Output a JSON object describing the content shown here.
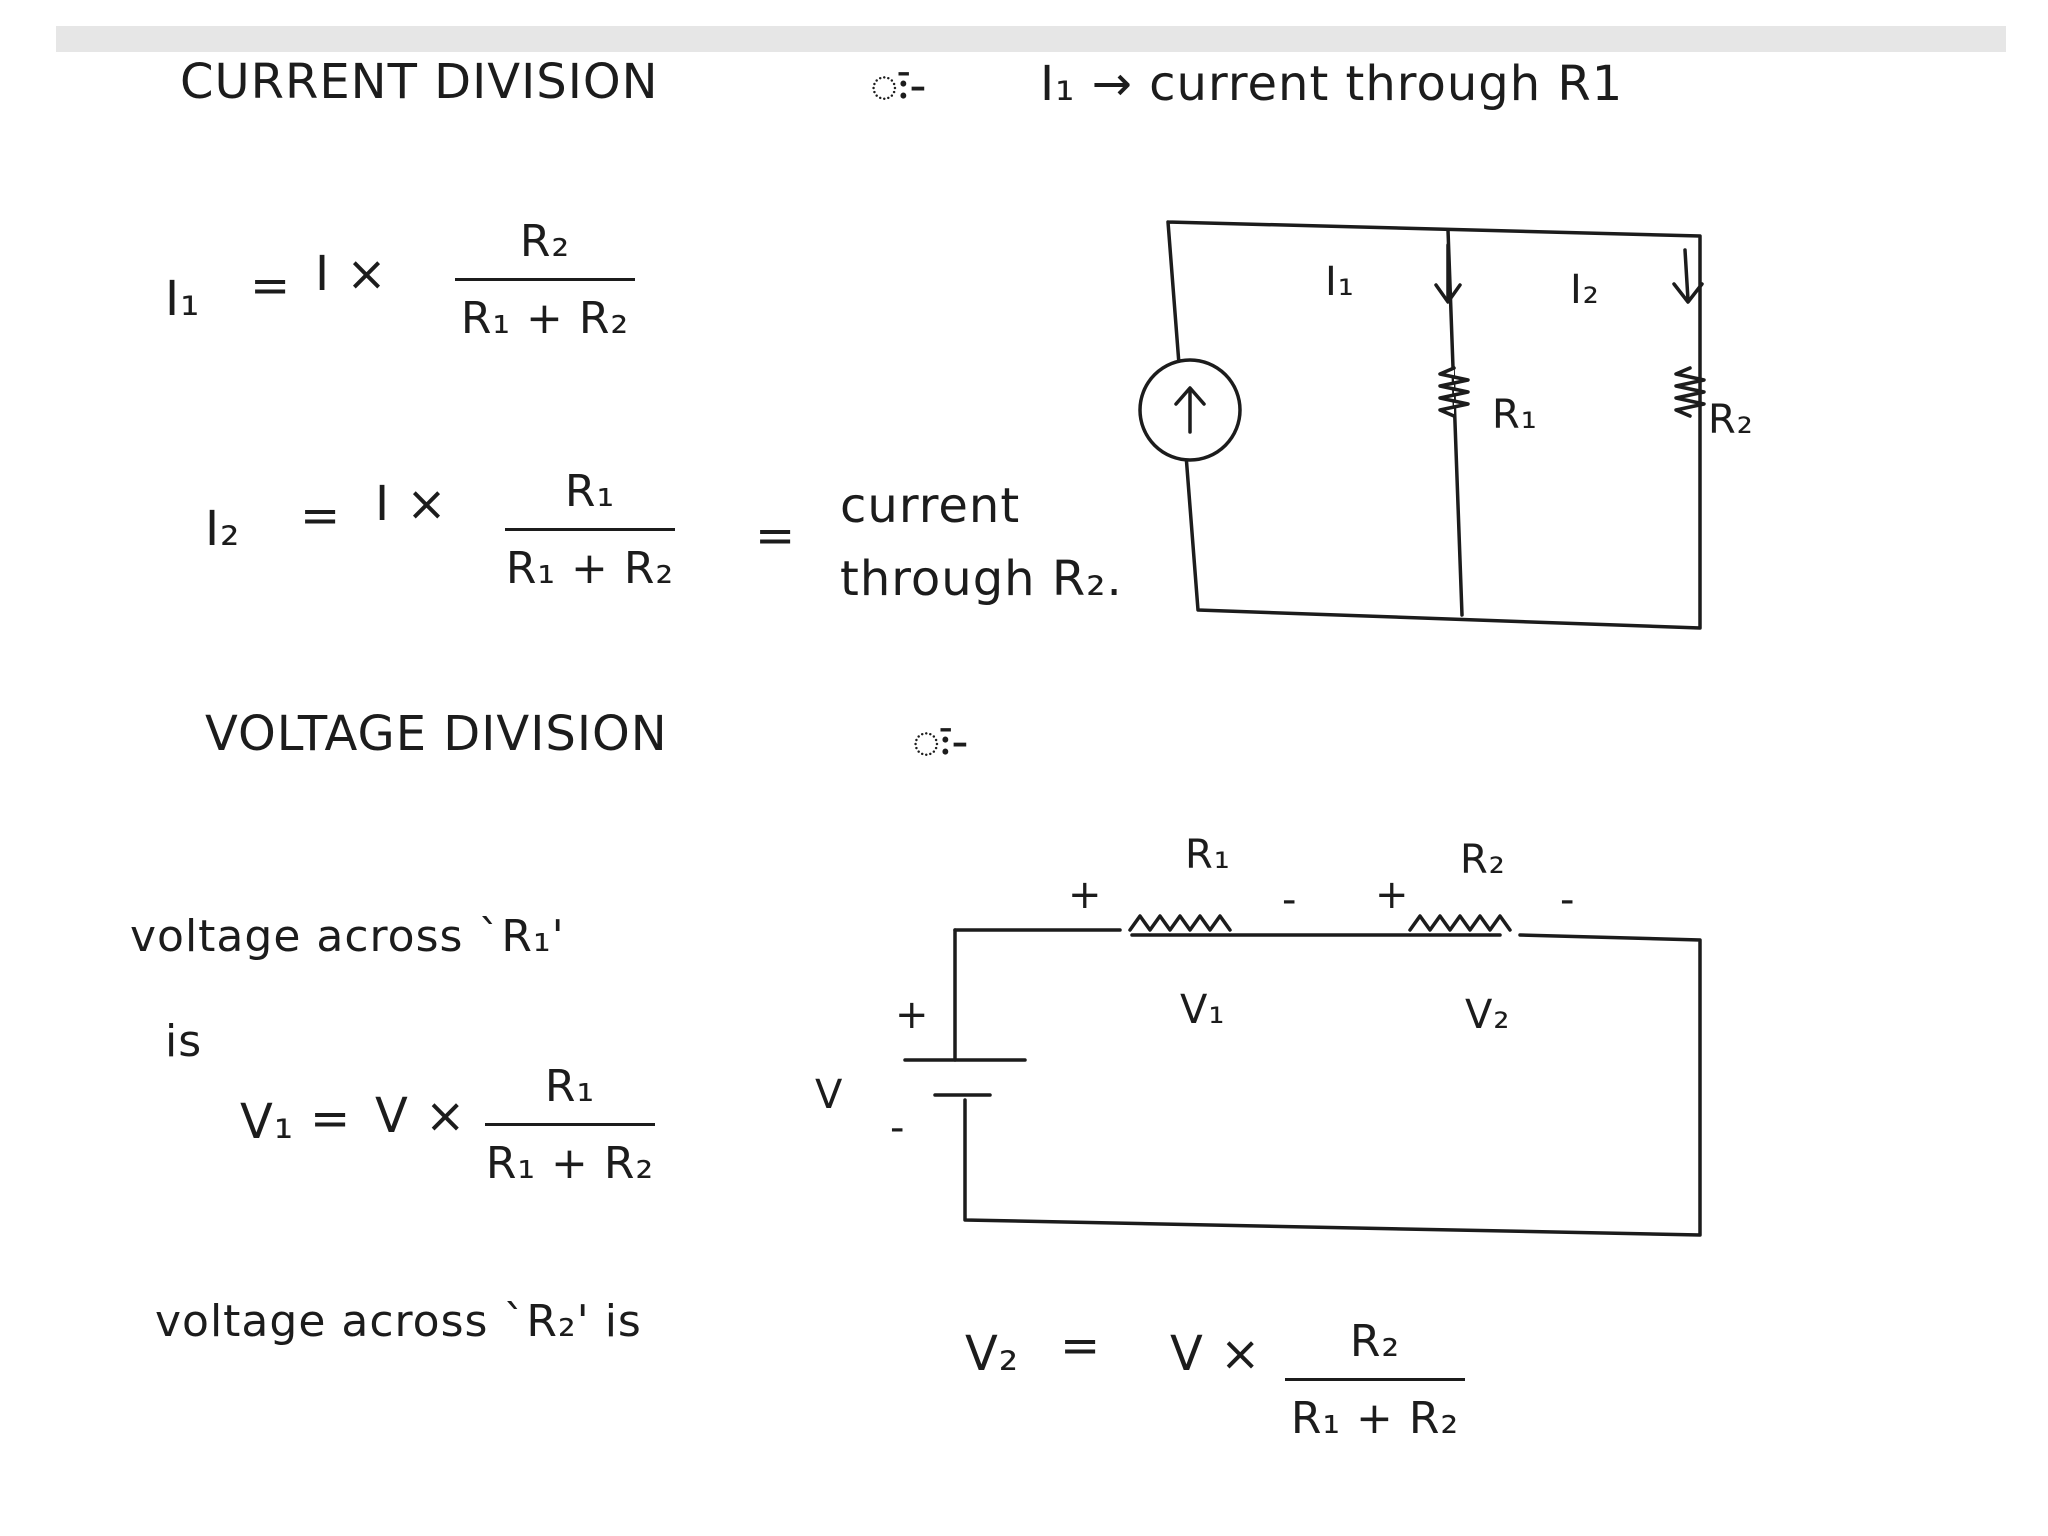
{
  "current_division": {
    "heading": "CURRENT DIVISION",
    "colon_mark": "ः-",
    "definition": "I₁ → current through R1",
    "eq1": {
      "lhs": "I₁",
      "eq": "=",
      "rhs": "I ×",
      "num": "R₂",
      "den": "R₁ + R₂"
    },
    "eq2": {
      "lhs": "I₂",
      "eq": "=",
      "rhs": "I ×",
      "num": "R₁",
      "den": "R₁ + R₂"
    },
    "eq2_note_eq": "=",
    "eq2_note_line1": "current",
    "eq2_note_line2": "through R₂."
  },
  "current_circuit": {
    "source_symbol": "↑",
    "label_i1": "I₁",
    "label_i2": "I₂",
    "label_r1": "R₁",
    "label_r2": "R₂"
  },
  "voltage_division": {
    "heading": "VOLTAGE DIVISION",
    "colon_mark": "ः-",
    "line1": "voltage across `R₁'",
    "line2": "is",
    "eq1": {
      "lhs": "V₁",
      "eq": "=",
      "rhs": "V ×",
      "num": "R₁",
      "den": "R₁ + R₂"
    },
    "line3": "voltage across `R₂' is",
    "eq2": {
      "lhs": "V₂",
      "eq": "=",
      "rhs": "V ×",
      "num": "R₂",
      "den": "R₁ + R₂"
    }
  },
  "voltage_circuit": {
    "r1_label": "R₁",
    "r2_label": "R₂",
    "r1_plus": "+",
    "r1_minus": "-",
    "r2_plus": "+",
    "r2_minus": "-",
    "v1_label": "V₁",
    "v2_label": "V₂",
    "batt_plus": "+",
    "batt_minus": "-",
    "source_label": "V"
  }
}
